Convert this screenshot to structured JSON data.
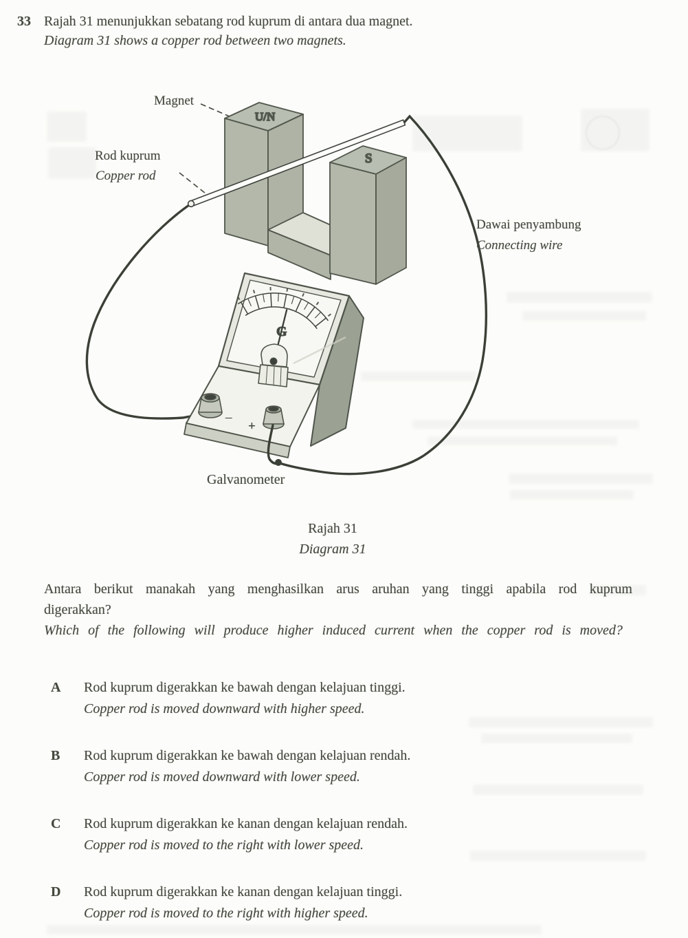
{
  "question": {
    "number": "33",
    "intro_ms": "Rajah 31 menunjukkan sebatang rod kuprum di antara dua magnet.",
    "intro_en": "Diagram 31 shows a copper rod between two magnets.",
    "prompt_ms": "Antara berikut manakah yang menghasilkan arus aruhan yang tinggi apabila rod kuprum digerakkan?",
    "prompt_en": "Which of the following will produce higher induced current when the copper rod is moved?"
  },
  "figure": {
    "labels": {
      "magnet": "Magnet",
      "rod_ms": "Rod kuprum",
      "rod_en": "Copper rod",
      "wire_ms": "Dawai penyambung",
      "wire_en": "Connecting wire",
      "galvanometer": "Galvanometer",
      "pole_left": "U/N",
      "pole_right": "S",
      "meter_letter": "G",
      "terminal_minus": "–",
      "terminal_plus": "+"
    },
    "caption_ms": "Rajah 31",
    "caption_en": "Diagram 31",
    "colors": {
      "magnet_face": "#b3b8ab",
      "magnet_top": "#b9beb2",
      "magnet_side_dark": "#a5aa9c",
      "magnet_floor": "#dfe1d7",
      "outline": "#50564b",
      "wire": "#3b4037",
      "meter_face": "#f7f7f3",
      "text": "#44493f"
    }
  },
  "options": [
    {
      "letter": "A",
      "ms": "Rod kuprum digerakkan ke bawah dengan kelajuan tinggi.",
      "en": "Copper rod is moved downward with higher speed."
    },
    {
      "letter": "B",
      "ms": "Rod kuprum digerakkan ke bawah dengan kelajuan rendah.",
      "en": "Copper rod is moved downward with lower speed."
    },
    {
      "letter": "C",
      "ms": "Rod kuprum digerakkan ke kanan dengan kelajuan rendah.",
      "en": "Copper rod is moved to the right with lower speed."
    },
    {
      "letter": "D",
      "ms": "Rod kuprum digerakkan ke kanan dengan kelajuan tinggi.",
      "en": "Copper rod is moved to the right with higher speed."
    }
  ]
}
